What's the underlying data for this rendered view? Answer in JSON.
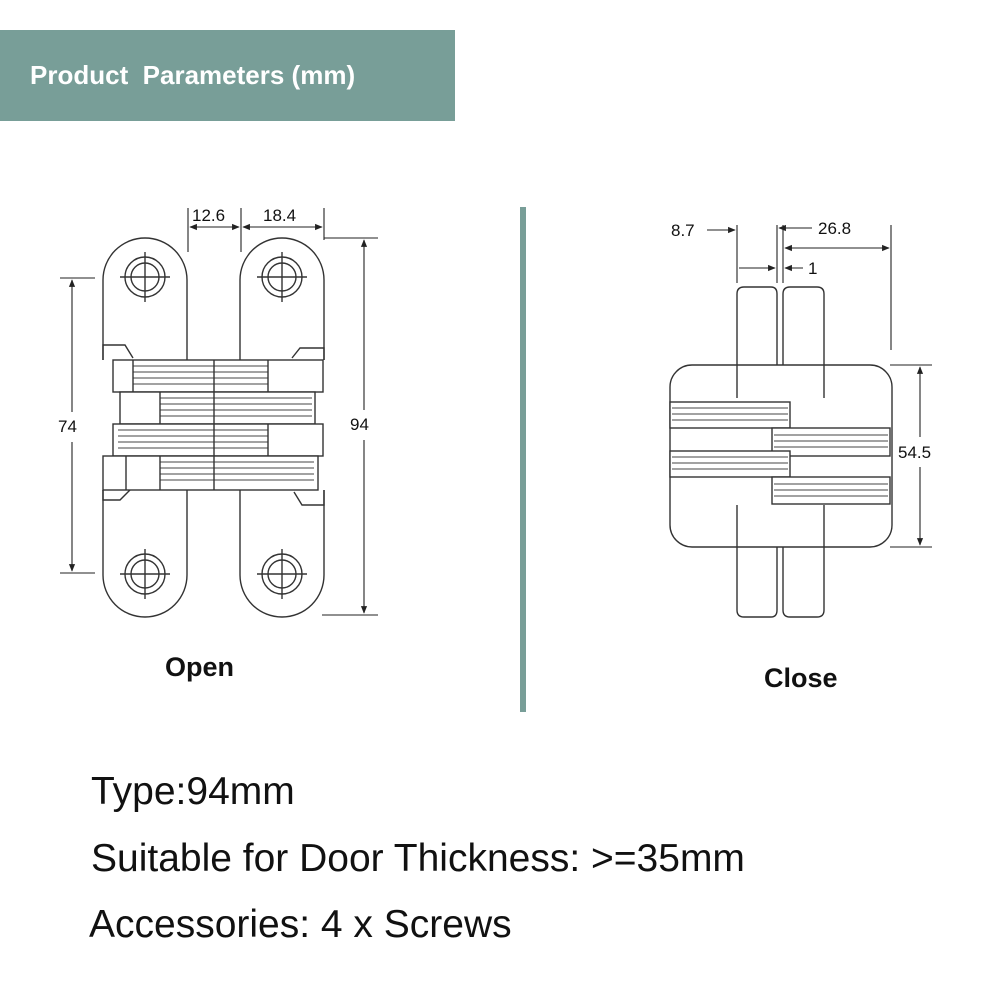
{
  "header": {
    "title": "Product  Parameters (mm)",
    "bg_color": "#789e98"
  },
  "divider": {
    "color": "#789e98"
  },
  "open_view": {
    "caption": "Open",
    "dims": {
      "left_width": "12.6",
      "right_width": "18.4",
      "hinge_height": "74",
      "total_height": "94"
    }
  },
  "close_view": {
    "caption": "Close",
    "dims": {
      "leaf": "8.7",
      "depth": "26.8",
      "gap": "1",
      "body_height": "54.5"
    }
  },
  "specs": {
    "type": "Type:94mm",
    "door_thickness": "Suitable for Door Thickness: >=35mm",
    "accessories": "Accessories: 4 x Screws"
  }
}
